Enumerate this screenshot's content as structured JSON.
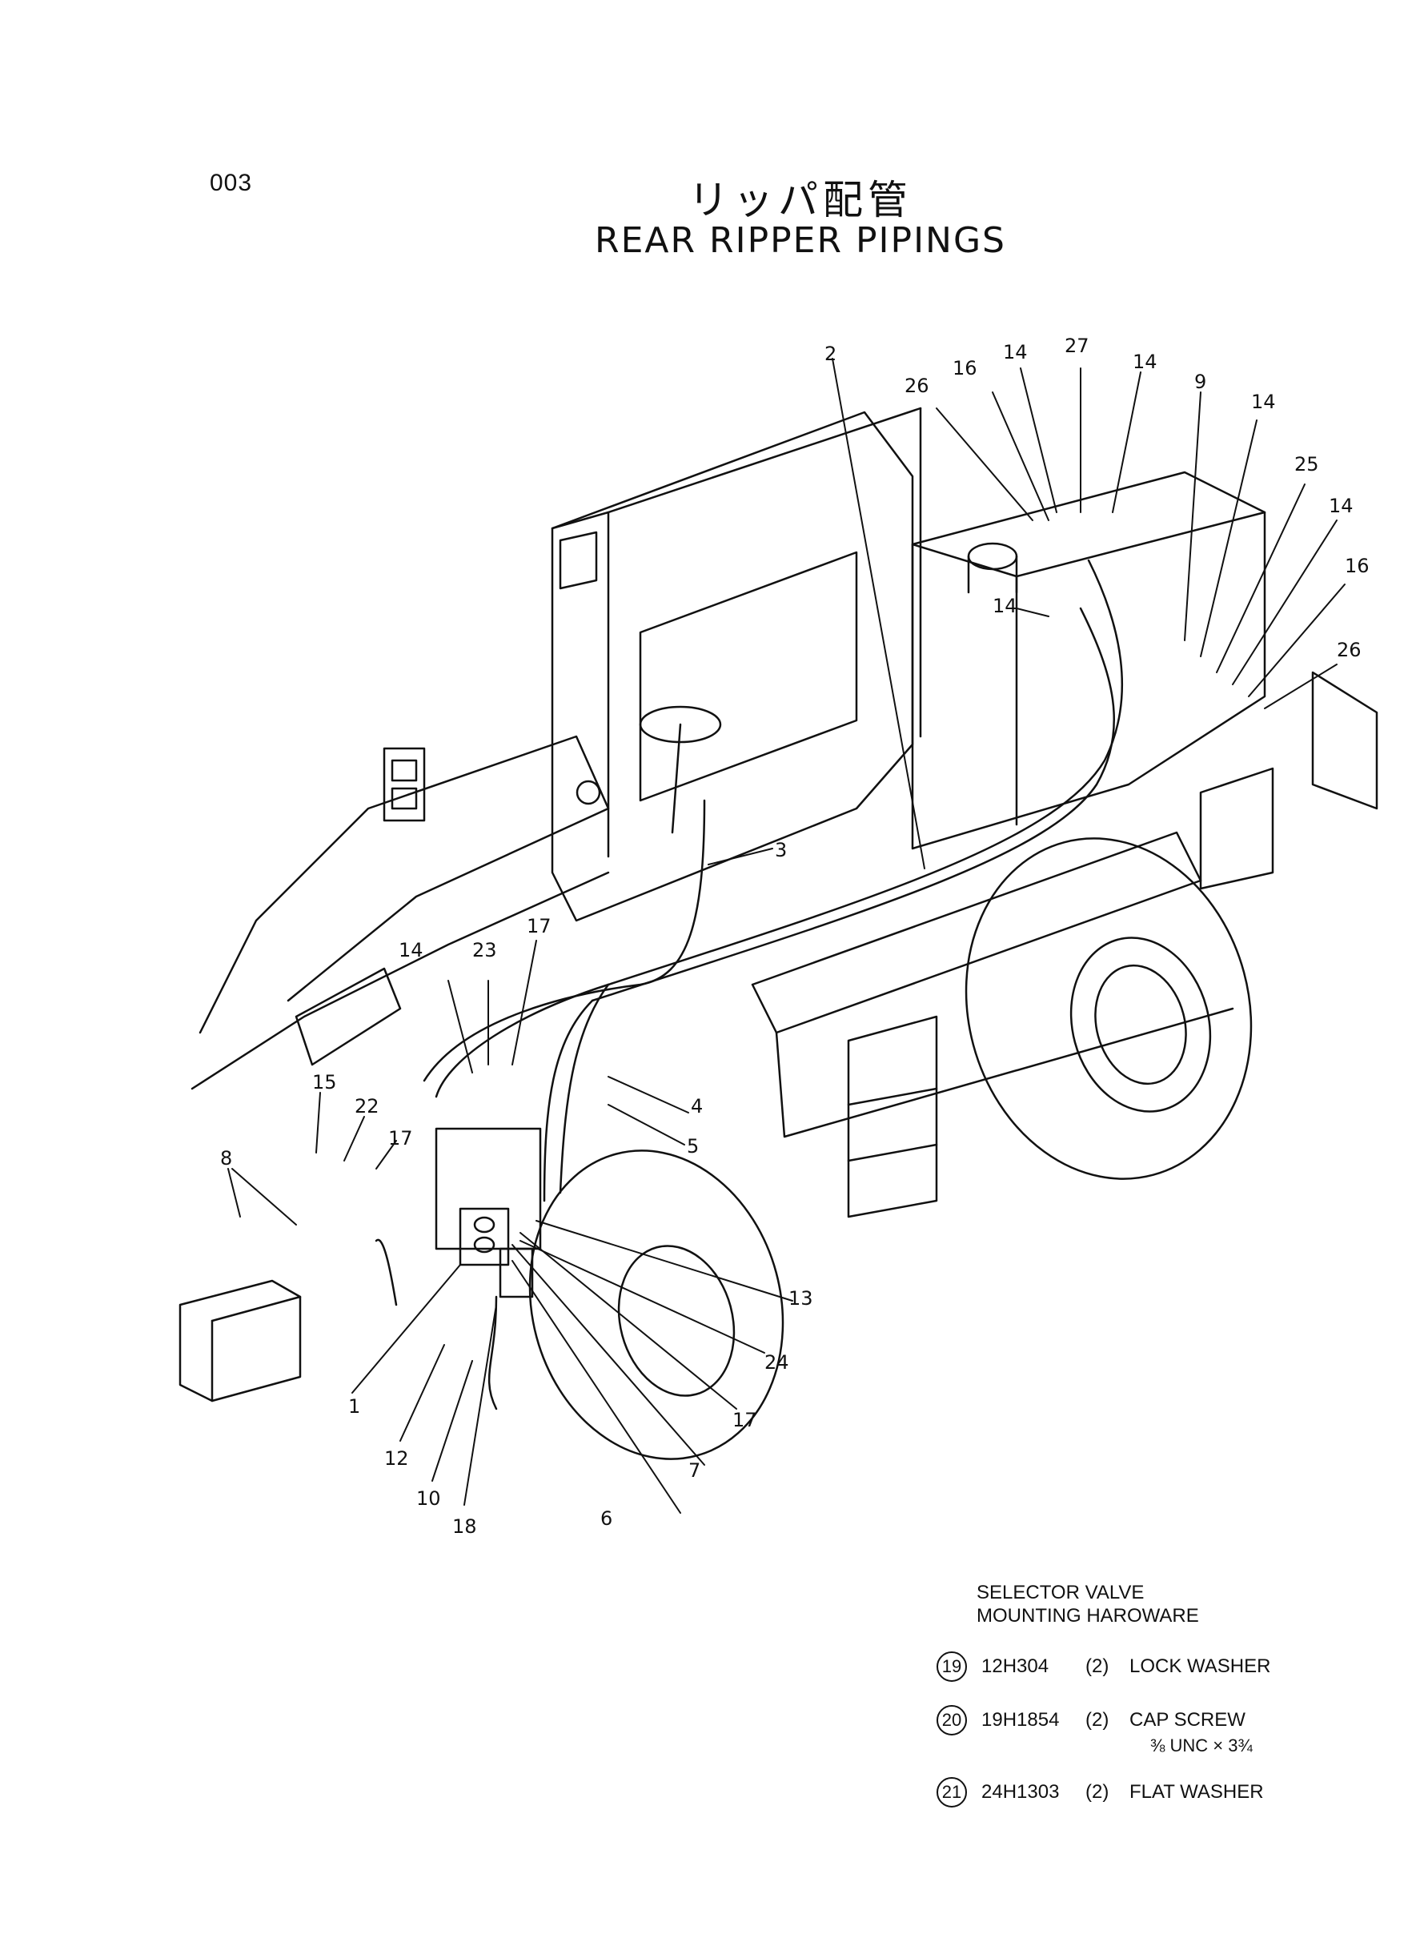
{
  "page_number": "003",
  "title_jp": "リッパ配管",
  "title_en": "REAR RIPPER PIPINGS",
  "callouts": [
    "1",
    "2",
    "3",
    "4",
    "5",
    "6",
    "7",
    "8",
    "9",
    "10",
    "12",
    "13",
    "14",
    "14",
    "14",
    "14",
    "14",
    "14",
    "15",
    "16",
    "16",
    "17",
    "17",
    "17",
    "18",
    "22",
    "23",
    "24",
    "25",
    "26",
    "26",
    "27"
  ],
  "hardware": {
    "heading_line1": "SELECTOR VALVE",
    "heading_line2": "MOUNTING HAROWARE",
    "items": [
      {
        "ref": "19",
        "part_no": "12H304",
        "qty": "(2)",
        "description": "LOCK WASHER",
        "spec": ""
      },
      {
        "ref": "20",
        "part_no": "19H1854",
        "qty": "(2)",
        "description": "CAP SCREW",
        "spec": "⅜ UNC × 3¾"
      },
      {
        "ref": "21",
        "part_no": "24H1303",
        "qty": "(2)",
        "description": "FLAT WASHER",
        "spec": ""
      }
    ]
  }
}
